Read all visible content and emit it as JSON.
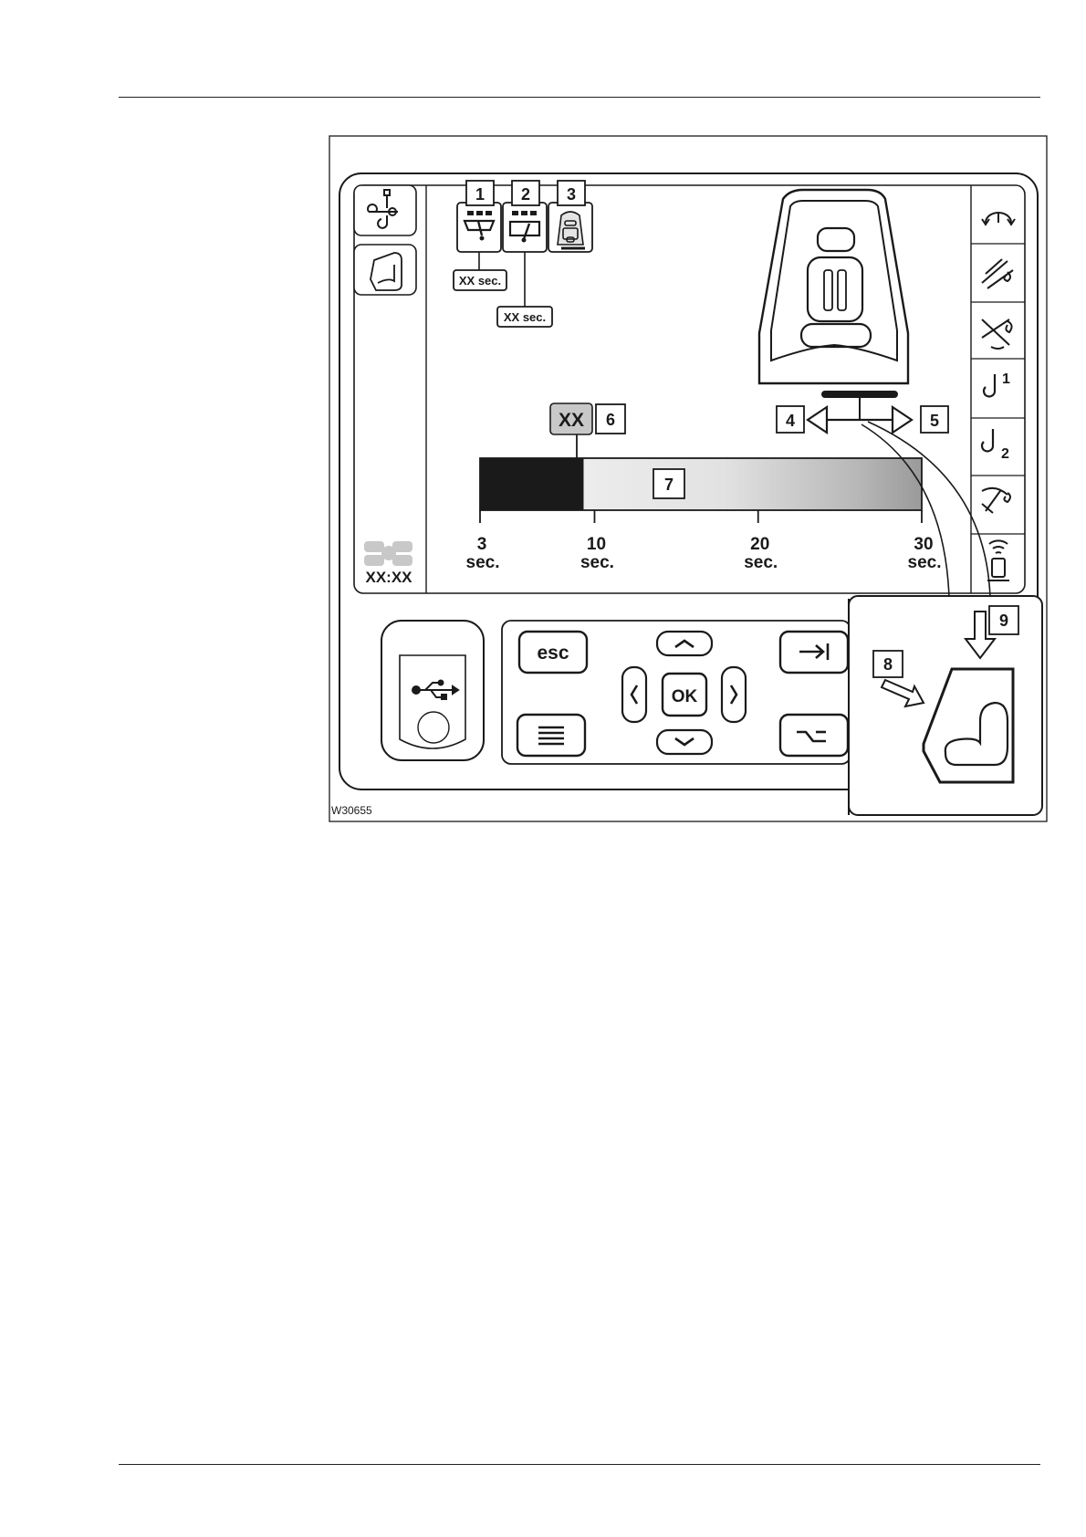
{
  "figure": {
    "id": "W30655"
  },
  "callouts": [
    "1",
    "2",
    "3",
    "4",
    "5",
    "6",
    "7",
    "8",
    "9"
  ],
  "timers": {
    "t1": "XX sec.",
    "t2": "XX sec."
  },
  "value_box": "XX",
  "time_readout": "XX:XX",
  "slider": {
    "level_sec": 10,
    "range_sec": [
      3,
      30
    ],
    "ticks": [
      {
        "num": "3",
        "unit": "sec."
      },
      {
        "num": "10",
        "unit": "sec."
      },
      {
        "num": "20",
        "unit": "sec."
      },
      {
        "num": "30",
        "unit": "sec."
      }
    ]
  },
  "keys": {
    "esc": "esc",
    "ok": "OK"
  },
  "icons": {
    "left_sidebar": [
      "wrench-crane-icon",
      "seat-icon"
    ],
    "right_sidebar": [
      "slewing-icon",
      "luffing-jib-icon",
      "boom-lift-icon",
      "hook-1-icon",
      "hook-2-icon",
      "auxiliary-hook-icon",
      "radio-remote-icon"
    ],
    "status_tabs": [
      "wiper-front-icon",
      "wiper-roof-icon",
      "seat-heating-icon"
    ]
  },
  "colors": {
    "ink": "#1a1a1a",
    "value_box_fill": "#c8c8c8"
  }
}
